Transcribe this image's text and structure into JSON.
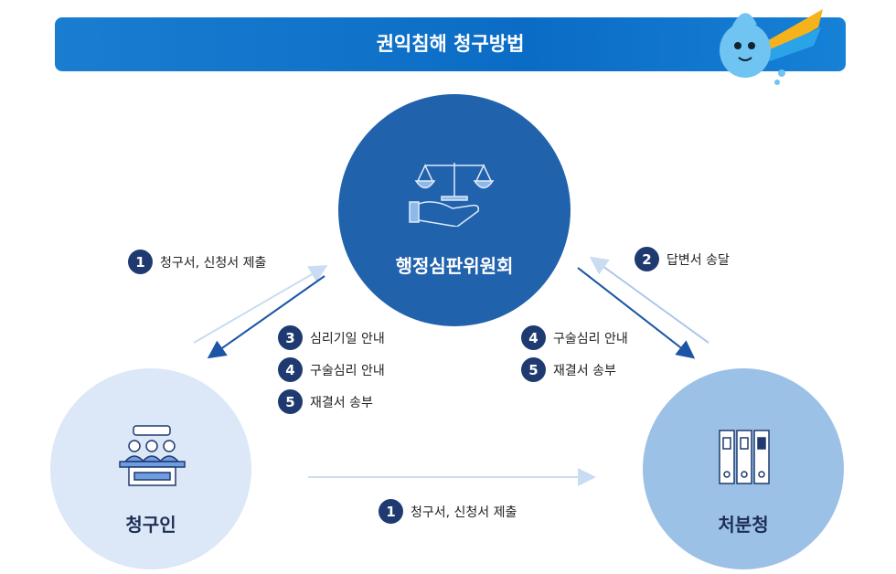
{
  "header": {
    "title": "권익침해 청구방법"
  },
  "nodes": {
    "committee": "행정심판위원회",
    "claimant": "청구인",
    "agency": "처분청"
  },
  "colors": {
    "header": "#0b6cc5",
    "committee": "#2162ad",
    "claimant": "#dce8f7",
    "agency": "#9cc1e6",
    "badge": "#1e3a70",
    "arrow_dark": "#1c55a5",
    "arrow_light": "#c9dcf2"
  },
  "steps": {
    "left_submit": {
      "num": "1",
      "label": "청구서, 신청서 제출"
    },
    "right_reply": {
      "num": "2",
      "label": "답변서 송달"
    },
    "left_notices": [
      {
        "num": "3",
        "label": "심리기일 안내"
      },
      {
        "num": "4",
        "label": "구술심리 안내"
      },
      {
        "num": "5",
        "label": "재결서 송부"
      }
    ],
    "right_notices": [
      {
        "num": "4",
        "label": "구술심리 안내"
      },
      {
        "num": "5",
        "label": "재결서 송부"
      }
    ],
    "bottom_submit": {
      "num": "1",
      "label": "청구서, 신청서 제출"
    }
  }
}
